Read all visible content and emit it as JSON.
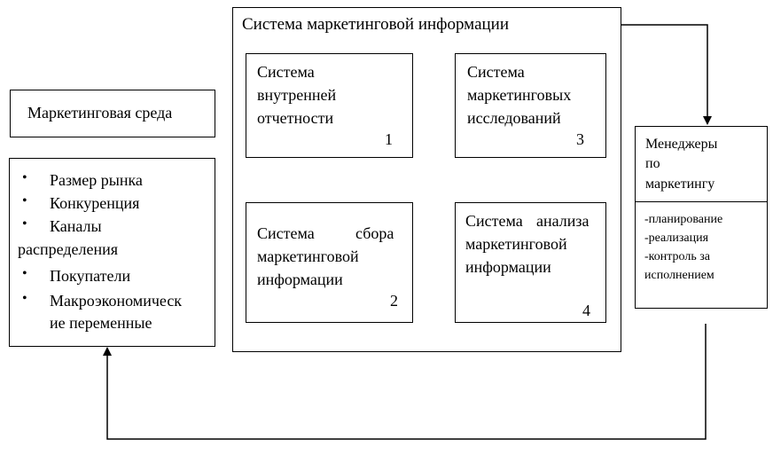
{
  "outer_system": {
    "title": "Система маркетинговой информации"
  },
  "environment": {
    "title": "Маркетинговая среда",
    "items": [
      "Размер рынка",
      "Конкуренция",
      "Каналы",
      "распределения",
      "Покупатели",
      "Макроэкономическ",
      "ие переменные"
    ]
  },
  "subsystems": {
    "internal": {
      "lines": [
        "Система",
        "внутренней",
        "отчетности"
      ],
      "number": "1"
    },
    "research": {
      "lines": [
        "Система",
        "маркетинговых",
        "исследований"
      ],
      "number": "3"
    },
    "collection": {
      "line1_a": "Система",
      "line1_b": "сбора",
      "lines": [
        "маркетинговой",
        "информации"
      ],
      "number": "2"
    },
    "analysis": {
      "line1_a": "Система",
      "line1_b": "анализа",
      "lines": [
        "маркетинговой",
        "информации"
      ],
      "number": "4"
    }
  },
  "managers": {
    "lines": [
      "Менеджеры",
      "по",
      "маркетингу"
    ],
    "tasks": [
      "-планирование",
      "-реализация",
      "-контроль за",
      "исполнением"
    ]
  }
}
